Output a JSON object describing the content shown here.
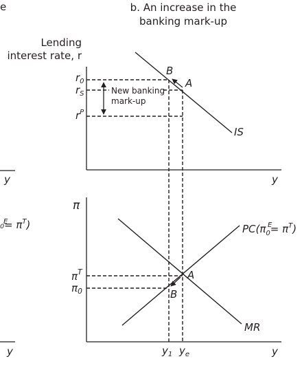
{
  "left_fragments": {
    "top_e": "e",
    "y_top": "y",
    "pc_fragment": "₀= π",
    "pc_frag_sup_e": "E",
    "pc_frag_sup_t": "T",
    "pc_frag_close": ")",
    "y_bottom": "y"
  },
  "header": {
    "line1": "b. An increase in the",
    "line2": "banking mark-up"
  },
  "top_panel": {
    "ylabel_line1": "Lending",
    "ylabel_line2": "interest rate, r",
    "xlabel": "y",
    "ticks": {
      "r0": "r",
      "r0_sub": "0",
      "rs": "r",
      "rs_sub": "S",
      "rp": "r",
      "rp_sup": "P"
    },
    "curve_is": "IS",
    "point_a": "A",
    "point_b": "B",
    "annotation_line1": "New banking",
    "annotation_line2": "mark-up"
  },
  "bottom_panel": {
    "ylabel": "π",
    "xlabel": "y",
    "ticks": {
      "piT": "π",
      "piT_sup": "T",
      "pi0": "π",
      "pi0_sub": "0"
    },
    "curve_pc": "PC(π",
    "curve_pc_sup_e": "E",
    "curve_pc_sub0": "0",
    "curve_pc_mid": "= π",
    "curve_pc_sup_t": "T",
    "curve_pc_close": ")",
    "curve_mr": "MR",
    "point_a": "A",
    "point_b": "B",
    "y1": "y",
    "y1_sub": "1",
    "ye": "y",
    "ye_sub": "e"
  }
}
